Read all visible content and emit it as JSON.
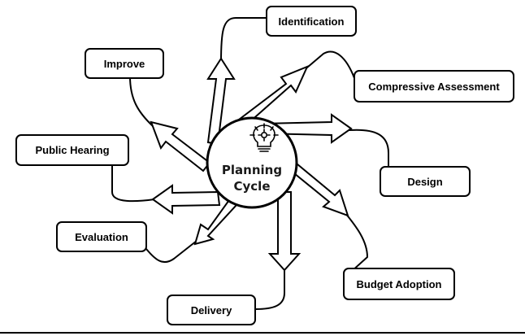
{
  "center": {
    "line1": "Planning",
    "line2": "Cycle",
    "icon": "lightbulb-gear-icon"
  },
  "steps": [
    {
      "id": "identification",
      "label": "Identification"
    },
    {
      "id": "compressive-assessment",
      "label": "Compressive Assessment"
    },
    {
      "id": "design",
      "label": "Design"
    },
    {
      "id": "budget-adoption",
      "label": "Budget Adoption"
    },
    {
      "id": "delivery",
      "label": "Delivery"
    },
    {
      "id": "evaluation",
      "label": "Evaluation"
    },
    {
      "id": "public-hearing",
      "label": "Public Hearing"
    },
    {
      "id": "improve",
      "label": "Improve"
    }
  ]
}
